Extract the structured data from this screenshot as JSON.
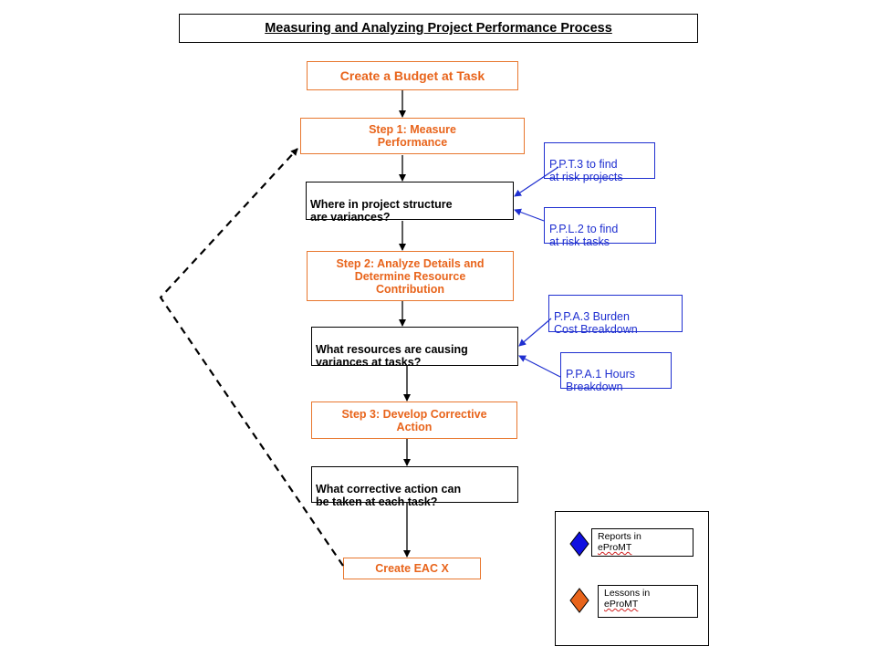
{
  "title": "Measuring and Analyzing Project Performance Process",
  "nodes": {
    "create_budget": "Create a Budget at Task",
    "step1": "Step 1: Measure\nPerformance",
    "q1": "Where in project structure\n are variances?",
    "step2": "Step 2: Analyze Details and\nDetermine Resource\nContribution",
    "q2": "What resources are causing\nvariances at tasks?",
    "step3": "Step 3: Develop Corrective\nAction",
    "q3": "What corrective action can\nbe taken at each task?",
    "create_eac": "Create EAC X"
  },
  "reports": {
    "ppt3": "P.P.T.3  to find\nat risk projects",
    "ppl2": "P.P.L.2  to find\nat risk tasks",
    "ppa3": "P.P.A.3  Burden\nCost Breakdown",
    "ppa1": "P.P.A.1 Hours\nBreakdown"
  },
  "legend": {
    "reports_label": "Reports in",
    "reports_app": "eProMT",
    "lessons_label": "Lessons in",
    "lessons_app": "eProMT",
    "reports_color": "#1010e0",
    "lessons_color": "#e8641b"
  }
}
